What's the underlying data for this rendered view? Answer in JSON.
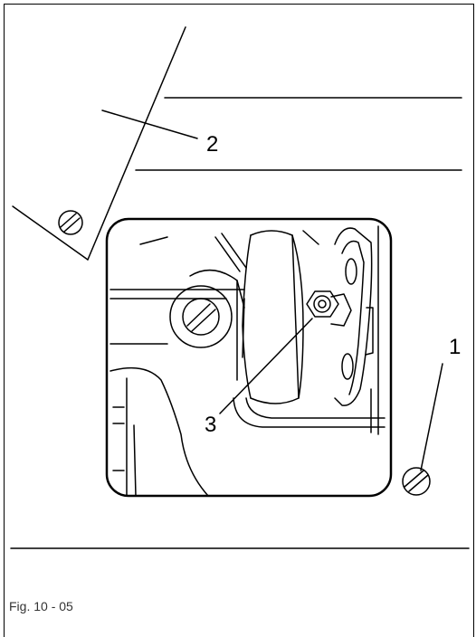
{
  "figure": {
    "caption": "Fig. 10 - 05",
    "callouts": [
      "1",
      "2",
      "3"
    ]
  }
}
